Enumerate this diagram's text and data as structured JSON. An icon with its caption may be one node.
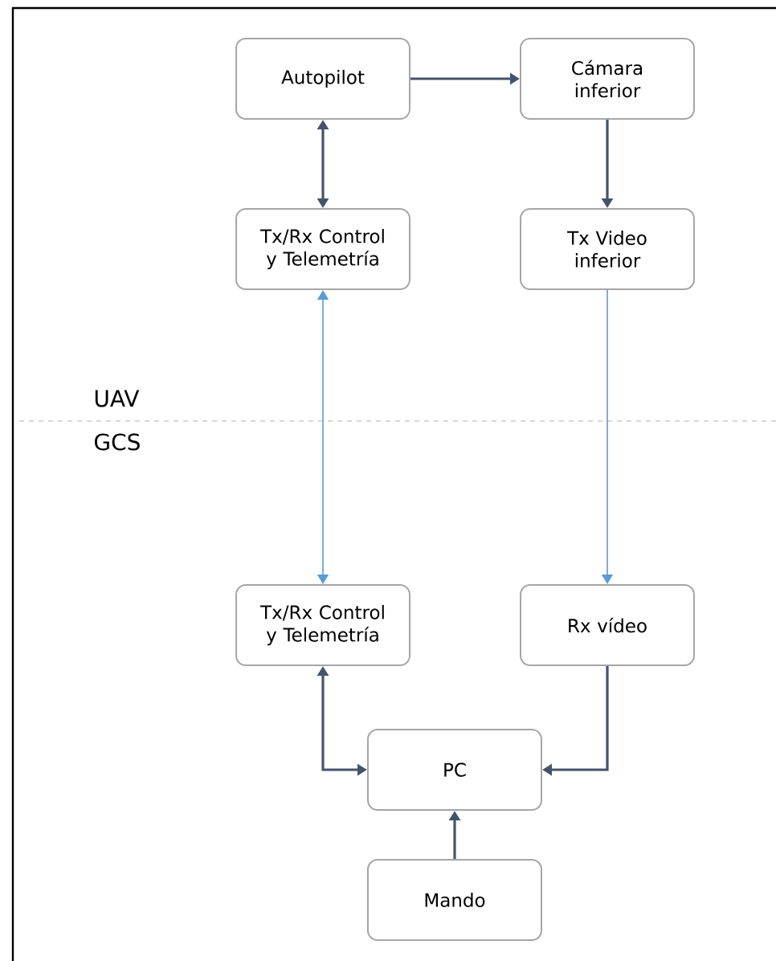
{
  "diagram": {
    "nodes": [
      {
        "text": [
          "Autopilot"
        ]
      },
      {
        "text": [
          "Cámara inferior"
        ]
      },
      {
        "text": [
          "Tx/Rx Control y Telemetría"
        ]
      },
      {
        "text": [
          "Tx Video inferior"
        ]
      },
      {
        "text": [
          "Tx/Rx Control y Telemetría"
        ]
      },
      {
        "text": [
          "Rx vídeo"
        ]
      },
      {
        "text": [
          "PC"
        ]
      },
      {
        "text": [
          "Mando"
        ]
      }
    ],
    "edges": [
      {
        "from": 0,
        "to": 1,
        "arrow": "to"
      },
      {
        "from": 0,
        "to": 2,
        "arrow": "both"
      },
      {
        "from": 1,
        "to": 3,
        "arrow": "to"
      },
      {
        "from": 4,
        "to": 2,
        "arrow": "both",
        "color": "#5b9bd5"
      },
      {
        "from": 3,
        "to": 5,
        "arrow": "to",
        "color": "#5b9bd5"
      },
      {
        "from": 4,
        "to": 6,
        "arrow": "both"
      },
      {
        "from": 5,
        "to": 6,
        "arrow": "to"
      },
      {
        "from": 7,
        "to": 6,
        "arrow": "to"
      }
    ],
    "labels": [
      "UAV",
      "GCS"
    ]
  }
}
